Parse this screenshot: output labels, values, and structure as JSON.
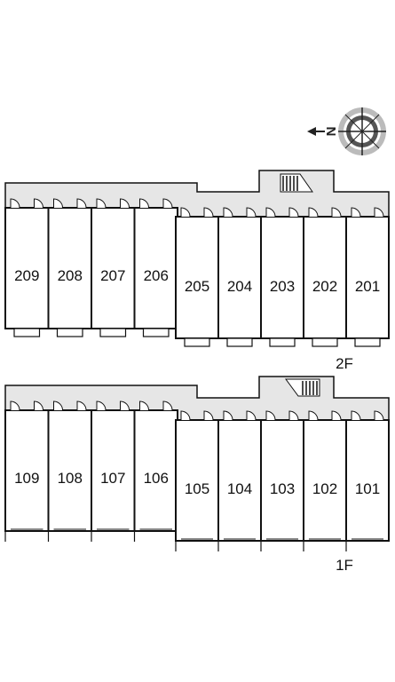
{
  "compass": {
    "north_letter": "N",
    "icon": "compass-rose-icon"
  },
  "colors": {
    "corridor": "#e6e6e6",
    "wall": "#111111",
    "room": "#ffffff",
    "stair": "#888888"
  },
  "floors": [
    {
      "id": "2f",
      "label": "2F",
      "rooms_west": [
        "209",
        "208",
        "207",
        "206"
      ],
      "rooms_east": [
        "205",
        "204",
        "203",
        "202",
        "201"
      ]
    },
    {
      "id": "1f",
      "label": "1F",
      "rooms_west": [
        "109",
        "108",
        "107",
        "106"
      ],
      "rooms_east": [
        "105",
        "104",
        "103",
        "102",
        "101"
      ]
    }
  ]
}
